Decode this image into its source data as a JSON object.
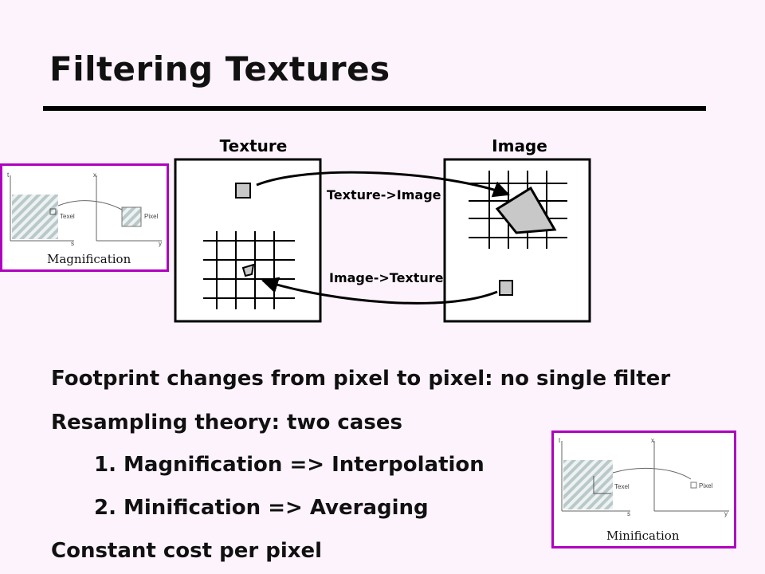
{
  "slide": {
    "title": "Filtering Textures"
  },
  "diagram": {
    "texture_label": "Texture",
    "image_label": "Image",
    "arrow_top_label": "Texture->Image",
    "arrow_bottom_label": "Image->Texture"
  },
  "bullets": [
    {
      "text": "Footprint changes from pixel to pixel: no single filter",
      "level": 0
    },
    {
      "text": "Resampling theory: two cases",
      "level": 0
    },
    {
      "text": "1. Magnification => Interpolation",
      "level": 1
    },
    {
      "text": "2. Minification => Averaging",
      "level": 1
    },
    {
      "text": "Constant cost per pixel",
      "level": 0
    }
  ],
  "magnification_inset": {
    "caption": "Magnification",
    "texel_label": "Texel",
    "pixel_label": "Pixel",
    "axis_t": "t",
    "axis_s": "s",
    "axis_xs": "x",
    "axis_ys": "y",
    "border_color": "#b000c0"
  },
  "minification_inset": {
    "caption": "Minification",
    "texel_label": "Texel",
    "pixel_label": "Pixel",
    "axis_t": "t",
    "axis_s": "s",
    "axis_xs": "x",
    "axis_ys": "y",
    "border_color": "#b000c0"
  }
}
